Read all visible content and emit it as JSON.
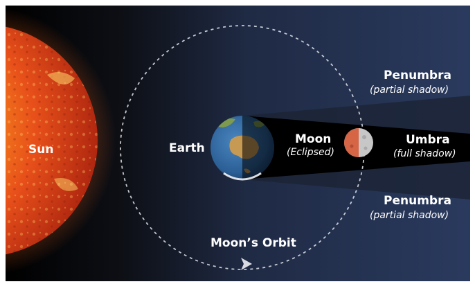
{
  "labels": {
    "sun": "Sun",
    "earth": "Earth",
    "moon": "Moon",
    "moon_sub": "(Eclipsed)",
    "umbra": "Umbra",
    "umbra_sub": "(full shadow)",
    "penumbra_top": "Penumbra",
    "penumbra_top_sub": "(partial shadow)",
    "penumbra_bottom": "Penumbra",
    "penumbra_bottom_sub": "(partial shadow)",
    "orbit": "Moon’s Orbit"
  },
  "colors": {
    "background_space": "#2a3a5e",
    "background_dark": "#0d0f15",
    "sun": "#e8501a",
    "sun_core": "#f7941d",
    "earth_ocean": "#2b5f95",
    "earth_land": "#c79a54",
    "moon_eclipsed": "#d56544",
    "moon_lit": "#c7c7c7",
    "umbra": "#000000",
    "penumbra": "#1c2436",
    "label": "#ffffff"
  },
  "icons": [
    "sun-icon",
    "earth-icon",
    "moon-icon",
    "orbit-arrow-icon"
  ]
}
